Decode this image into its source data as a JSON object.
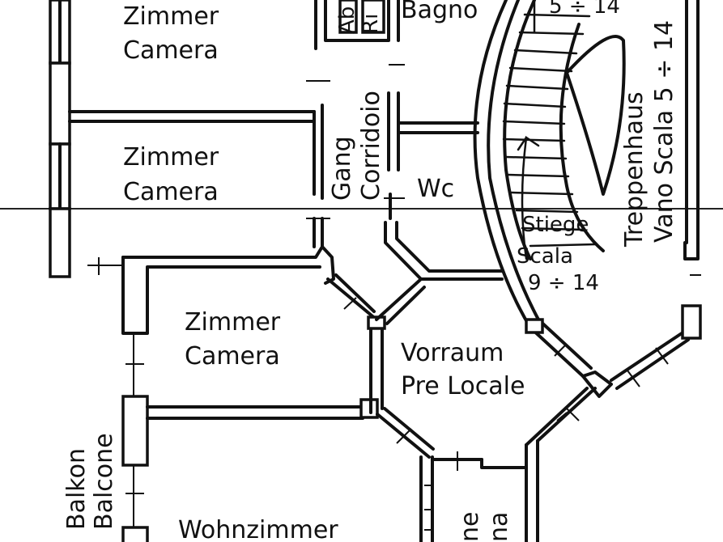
{
  "rooms": {
    "room_top": {
      "line1": "Zimmer",
      "line2": "Camera"
    },
    "room_middle": {
      "line1": "Zimmer",
      "line2": "Camera"
    },
    "room_lower": {
      "line1": "Zimmer",
      "line2": "Camera"
    },
    "living": {
      "line1": "Wohnzimmer"
    },
    "bath": {
      "line1": "Bagno"
    },
    "storage": {
      "line1": "Ab",
      "line2": "Ri"
    },
    "corridor": {
      "line1": "Gang",
      "line2": "Corridoio"
    },
    "wc": {
      "line1": "Wc"
    },
    "entrance": {
      "line1": "Vorraum",
      "line2": "Pre Locale"
    },
    "stairwell": {
      "line1": "Treppenhaus",
      "line2": "Vano Scala 5 ÷ 14"
    },
    "stairs": {
      "line1": "Stiege",
      "line2": "Scala",
      "line3": "9 ÷ 14",
      "top": "5 ÷ 14"
    },
    "balcony": {
      "line1": "Balkon",
      "line2": "Balcone"
    },
    "kitchen_partial": {
      "line1": "ne",
      "line2": "na"
    }
  }
}
